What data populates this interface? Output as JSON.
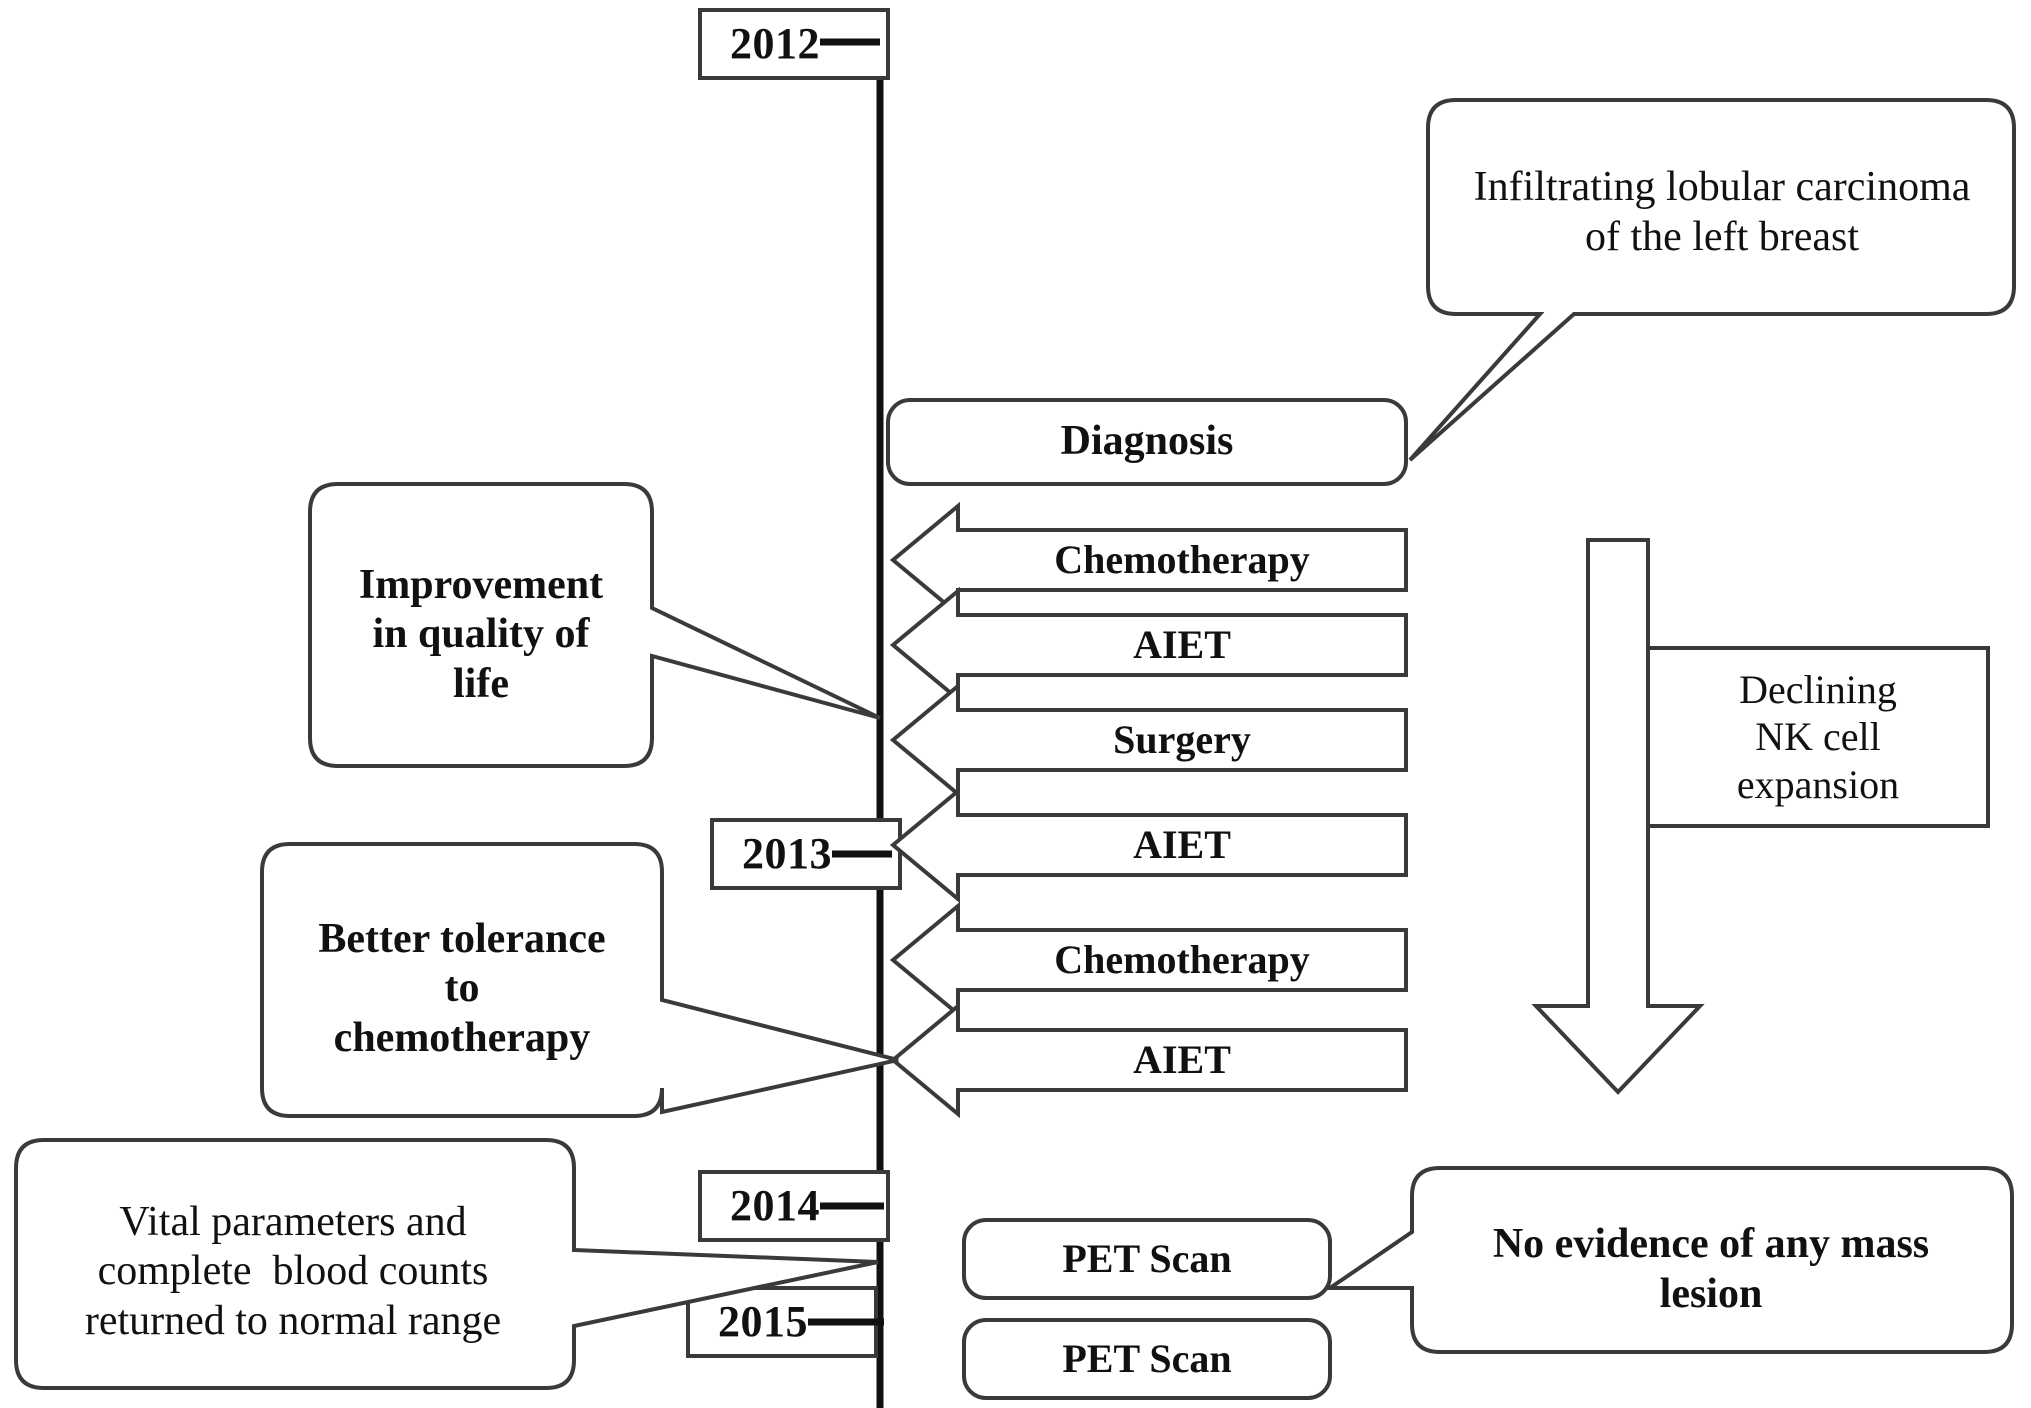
{
  "figure": {
    "kind": "clinical-timeline-diagram",
    "stroke_color": "#3a3a3a",
    "timeline_color": "#111111",
    "background": "#ffffff"
  },
  "timeline": {
    "axis_name": "vertical-timeline-axis",
    "years": [
      {
        "label": "2012",
        "id": "year-2012"
      },
      {
        "label": "2013",
        "id": "year-2013"
      },
      {
        "label": "2014",
        "id": "year-2014"
      },
      {
        "label": "2015",
        "id": "year-2015"
      }
    ]
  },
  "events": {
    "diagnosis": {
      "label": "Diagnosis"
    },
    "treatments": [
      {
        "label": "Chemotherapy"
      },
      {
        "label": "AIET"
      },
      {
        "label": "Surgery"
      },
      {
        "label": "AIET"
      },
      {
        "label": "Chemotherapy"
      },
      {
        "label": "AIET"
      }
    ],
    "scans": [
      {
        "label": "PET Scan"
      },
      {
        "label": "PET Scan"
      }
    ]
  },
  "callouts": {
    "diagnosis_detail": {
      "label": "Infiltrating lobular carcinoma\nof the left breast"
    },
    "quality_of_life": {
      "label": "Improvement\nin quality of\nlife"
    },
    "tolerance": {
      "label": "Better tolerance\nto\nchemotherapy"
    },
    "vitals": {
      "label": "Vital parameters and\ncomplete  blood counts\nreturned to normal range"
    },
    "pet_result": {
      "label": "No evidence of any mass\nlesion"
    }
  },
  "nk_trend": {
    "label": "Declining\nNK cell\nexpansion",
    "arrow_name": "declining-trend-arrow",
    "direction": "down"
  }
}
